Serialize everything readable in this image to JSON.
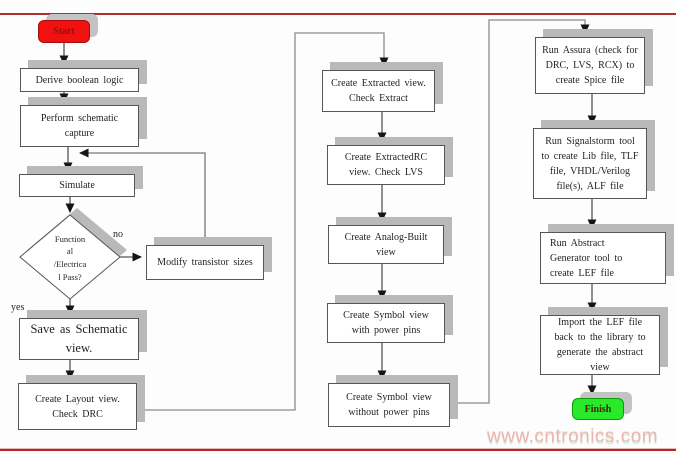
{
  "page": {
    "background": "#fdfdfd",
    "top_rule_color": "#b02e2e",
    "bottom_rule_color": "#a82a2a",
    "watermark": "www.cntronics.com",
    "watermark_color": "#efb3b3"
  },
  "flowchart": {
    "start": {
      "label": "Start",
      "fill": "#f21111",
      "label_color": "#8b1212"
    },
    "finish": {
      "label": "Finish",
      "fill": "#2ae82a",
      "label_color": "#42210f"
    },
    "decision": {
      "text": "Function\nal\n/Electrica\nl Pass?",
      "no_label": "no",
      "yes_label": "yes"
    },
    "nodes": {
      "derive": {
        "text": "Derive boolean logic"
      },
      "perform": {
        "text": "Perform schematic\ncapture"
      },
      "simulate": {
        "text": "Simulate"
      },
      "modify": {
        "text": "Modify transistor sizes"
      },
      "save": {
        "text": "Save as Schematic\nview."
      },
      "layout": {
        "text": "Create Layout view.\nCheck DRC"
      },
      "extracted": {
        "text": "Create Extracted view.\nCheck Extract"
      },
      "extractedrc": {
        "text": "Create ExtractedRC\nview.  Check LVS"
      },
      "analog": {
        "text": "Create Analog-Built\nview"
      },
      "symbol_with": {
        "text": "Create Symbol view\nwith power pins"
      },
      "symbol_without": {
        "text": "Create Symbol view\nwithout power pins"
      },
      "assura": {
        "text": "Run Assura (check for\nDRC, LVS, RCX) to\ncreate Spice file"
      },
      "signalstorm": {
        "text": "Run Signalstorm tool\nto create Lib file, TLF\nfile, VHDL/Verilog\nfile(s), ALF file"
      },
      "abstract": {
        "text": "Run Abstract\nGenerator tool to\ncreate LEF file"
      },
      "import_lef": {
        "text": "Import the LEF file\nback to the library to\ngenerate the abstract\nview"
      }
    }
  }
}
